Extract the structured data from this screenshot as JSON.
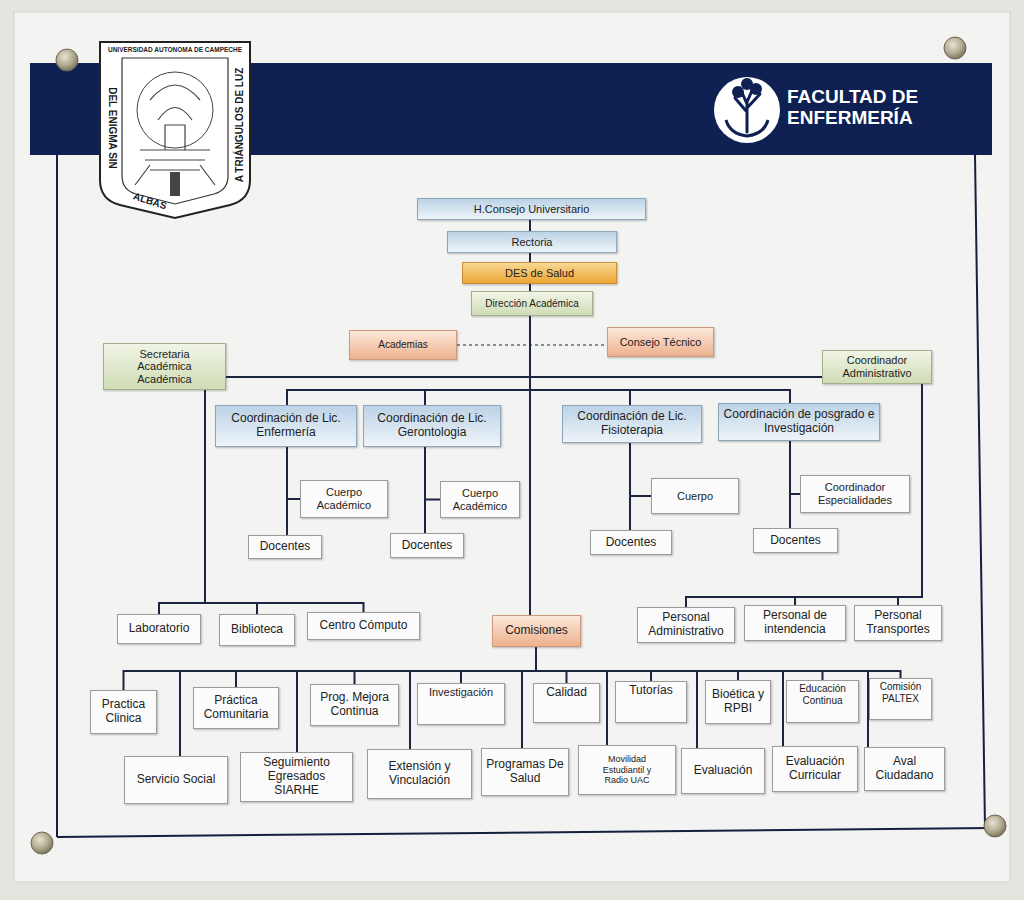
{
  "diagram": {
    "title": "FACULTAD DE ENFERMERÍA",
    "nodes": [
      {
        "text": [
          "H.Consejo Universitario"
        ]
      },
      {
        "text": [
          "Rectoria"
        ]
      },
      {
        "text": [
          "DES de Salud"
        ]
      },
      {
        "text": [
          "Dirección Académica"
        ]
      },
      {
        "text": [
          "Academias"
        ]
      },
      {
        "text": [
          "Consejo Técnico"
        ]
      },
      {
        "text": [
          "Secretaria Académica Académica"
        ]
      },
      {
        "text": [
          "Coordinador Administrativo"
        ]
      },
      {
        "text": [
          "Coordinación de Lic. Enfermería"
        ]
      },
      {
        "text": [
          "Coordinación de Lic. Gerontologia"
        ]
      },
      {
        "text": [
          "Coordinación de Lic. Fisioterapia"
        ]
      },
      {
        "text": [
          "Coordinación de posgrado e Investigación"
        ]
      },
      {
        "text": [
          "Cuerpo Académico"
        ]
      },
      {
        "text": [
          "Cuerpo Académico"
        ]
      },
      {
        "text": [
          "Cuerpo"
        ]
      },
      {
        "text": [
          "Coordinador Especialidades"
        ]
      },
      {
        "text": [
          "Docentes"
        ]
      },
      {
        "text": [
          "Docentes"
        ]
      },
      {
        "text": [
          "Docentes"
        ]
      },
      {
        "text": [
          "Docentes"
        ]
      },
      {
        "text": [
          "Laboratorio"
        ]
      },
      {
        "text": [
          "Biblioteca"
        ]
      },
      {
        "text": [
          "Centro Cómputo"
        ]
      },
      {
        "text": [
          "Comisiones"
        ]
      },
      {
        "text": [
          "Personal Administrativo"
        ]
      },
      {
        "text": [
          "Personal de intendencia"
        ]
      },
      {
        "text": [
          "Personal Transportes"
        ]
      },
      {
        "text": [
          "Practica Clinica"
        ]
      },
      {
        "text": [
          "Práctica Comunitaria"
        ]
      },
      {
        "text": [
          "Prog. Mejora Continua"
        ]
      },
      {
        "text": [
          "Investigación"
        ]
      },
      {
        "text": [
          "Calidad"
        ]
      },
      {
        "text": [
          "Tutorías"
        ]
      },
      {
        "text": [
          "Bioética y RPBI"
        ]
      },
      {
        "text": [
          "Educación Continua"
        ]
      },
      {
        "text": [
          "Comisión PALTEX"
        ]
      },
      {
        "text": [
          "Servicio Social"
        ]
      },
      {
        "text": [
          "Seguimiento Egresados SIARHE"
        ]
      },
      {
        "text": [
          "Extensión y Vinculación"
        ]
      },
      {
        "text": [
          "Programas De Salud"
        ]
      },
      {
        "text": [
          "Movilidad Estudiantil y Radio UAC"
        ]
      },
      {
        "text": [
          "Evaluación"
        ]
      },
      {
        "text": [
          "Evaluación Curricular"
        ]
      },
      {
        "text": [
          "Aval Ciudadano"
        ]
      }
    ],
    "edges": [
      {
        "from": 0,
        "to": 1,
        "arrow": "none"
      },
      {
        "from": 1,
        "to": 2,
        "arrow": "none"
      },
      {
        "from": 2,
        "to": 3,
        "arrow": "none"
      },
      {
        "from": 4,
        "to": 5,
        "arrow": "none"
      },
      {
        "from": 3,
        "to": 6,
        "arrow": "none"
      },
      {
        "from": 3,
        "to": 7,
        "arrow": "none"
      },
      {
        "from": 3,
        "to": 8,
        "arrow": "none"
      },
      {
        "from": 3,
        "to": 9,
        "arrow": "none"
      },
      {
        "from": 3,
        "to": 10,
        "arrow": "none"
      },
      {
        "from": 3,
        "to": 11,
        "arrow": "none"
      },
      {
        "from": 3,
        "to": 23,
        "arrow": "none"
      },
      {
        "from": 8,
        "to": 12,
        "arrow": "none"
      },
      {
        "from": 8,
        "to": 16,
        "arrow": "none"
      },
      {
        "from": 9,
        "to": 13,
        "arrow": "none"
      },
      {
        "from": 9,
        "to": 17,
        "arrow": "none"
      },
      {
        "from": 10,
        "to": 14,
        "arrow": "none"
      },
      {
        "from": 10,
        "to": 18,
        "arrow": "none"
      },
      {
        "from": 11,
        "to": 15,
        "arrow": "none"
      },
      {
        "from": 11,
        "to": 19,
        "arrow": "none"
      },
      {
        "from": 6,
        "to": 20,
        "arrow": "none"
      },
      {
        "from": 6,
        "to": 21,
        "arrow": "none"
      },
      {
        "from": 6,
        "to": 22,
        "arrow": "none"
      },
      {
        "from": 7,
        "to": 24,
        "arrow": "none"
      },
      {
        "from": 7,
        "to": 25,
        "arrow": "none"
      },
      {
        "from": 7,
        "to": 26,
        "arrow": "none"
      },
      {
        "from": 23,
        "to": 27,
        "arrow": "none"
      },
      {
        "from": 23,
        "to": 28,
        "arrow": "none"
      },
      {
        "from": 23,
        "to": 29,
        "arrow": "none"
      },
      {
        "from": 23,
        "to": 30,
        "arrow": "none"
      },
      {
        "from": 23,
        "to": 31,
        "arrow": "none"
      },
      {
        "from": 23,
        "to": 32,
        "arrow": "none"
      },
      {
        "from": 23,
        "to": 33,
        "arrow": "none"
      },
      {
        "from": 23,
        "to": 34,
        "arrow": "none"
      },
      {
        "from": 23,
        "to": 35,
        "arrow": "none"
      },
      {
        "from": 23,
        "to": 36,
        "arrow": "none"
      },
      {
        "from": 23,
        "to": 37,
        "arrow": "none"
      },
      {
        "from": 23,
        "to": 38,
        "arrow": "none"
      },
      {
        "from": 23,
        "to": 39,
        "arrow": "none"
      },
      {
        "from": 23,
        "to": 40,
        "arrow": "none"
      },
      {
        "from": 23,
        "to": 41,
        "arrow": "none"
      },
      {
        "from": 23,
        "to": 42,
        "arrow": "none"
      },
      {
        "from": 23,
        "to": 43,
        "arrow": "none"
      }
    ],
    "labels": [
      "UNIVERSIDAD AUTONOMA DE CAMPECHE",
      "DEL ENIGMA SIN",
      "ALBAS",
      "A TRIÁNGULOS DE LUZ"
    ]
  }
}
